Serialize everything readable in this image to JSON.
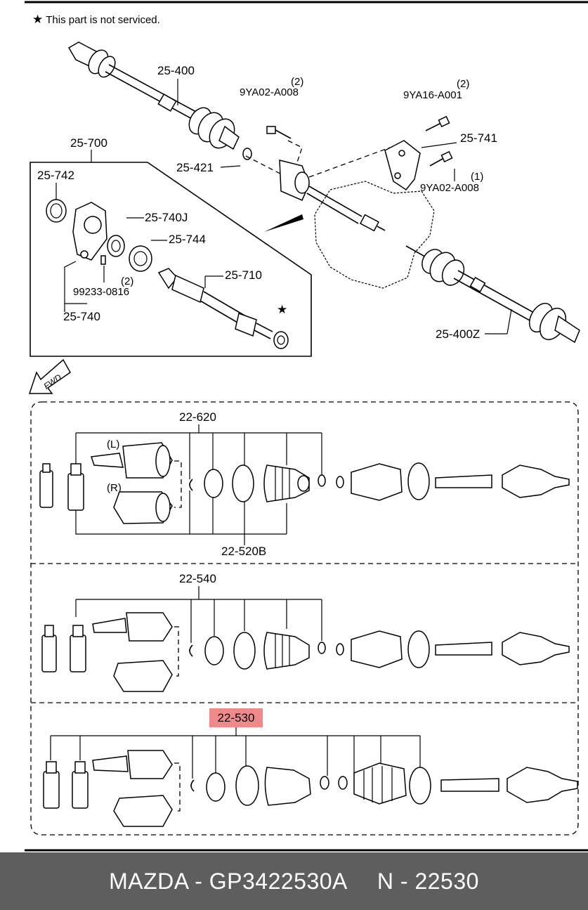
{
  "notice": {
    "star": "★",
    "text": "This part is not serviced."
  },
  "labels": {
    "p25_400": "25-400",
    "qty_2a": "(2)",
    "bolt_a008_top": "9YA02-A008",
    "qty_2b": "(2)",
    "bolt_a001": "9YA16-A001",
    "p25_741": "25-741",
    "p25_700": "25-700",
    "p25_742": "25-742",
    "p25_421": "25-421",
    "qty_1": "(1)",
    "bolt_a008_bottom": "9YA02-A008",
    "p25_740j": "25-740J",
    "p25_744": "25-744",
    "qty_2c": "(2)",
    "pin_99233": "99233-0816",
    "p25_710": "25-710",
    "star_mark": "★",
    "p25_740": "25-740",
    "p25_400z": "25-400Z",
    "fwd": "FWD",
    "p22_620": "22-620",
    "left_side": "(L)",
    "right_side": "(R)",
    "p22_520b": "22-520B",
    "p22_540": "22-540",
    "p22_530": "22-530"
  },
  "footer": {
    "left": "MAZDA - GP3422530A",
    "right": "N - 22530"
  },
  "colors": {
    "highlight": "#f08a8a",
    "footer_bg": "#5e5e5e",
    "footer_text": "#ffffff"
  }
}
